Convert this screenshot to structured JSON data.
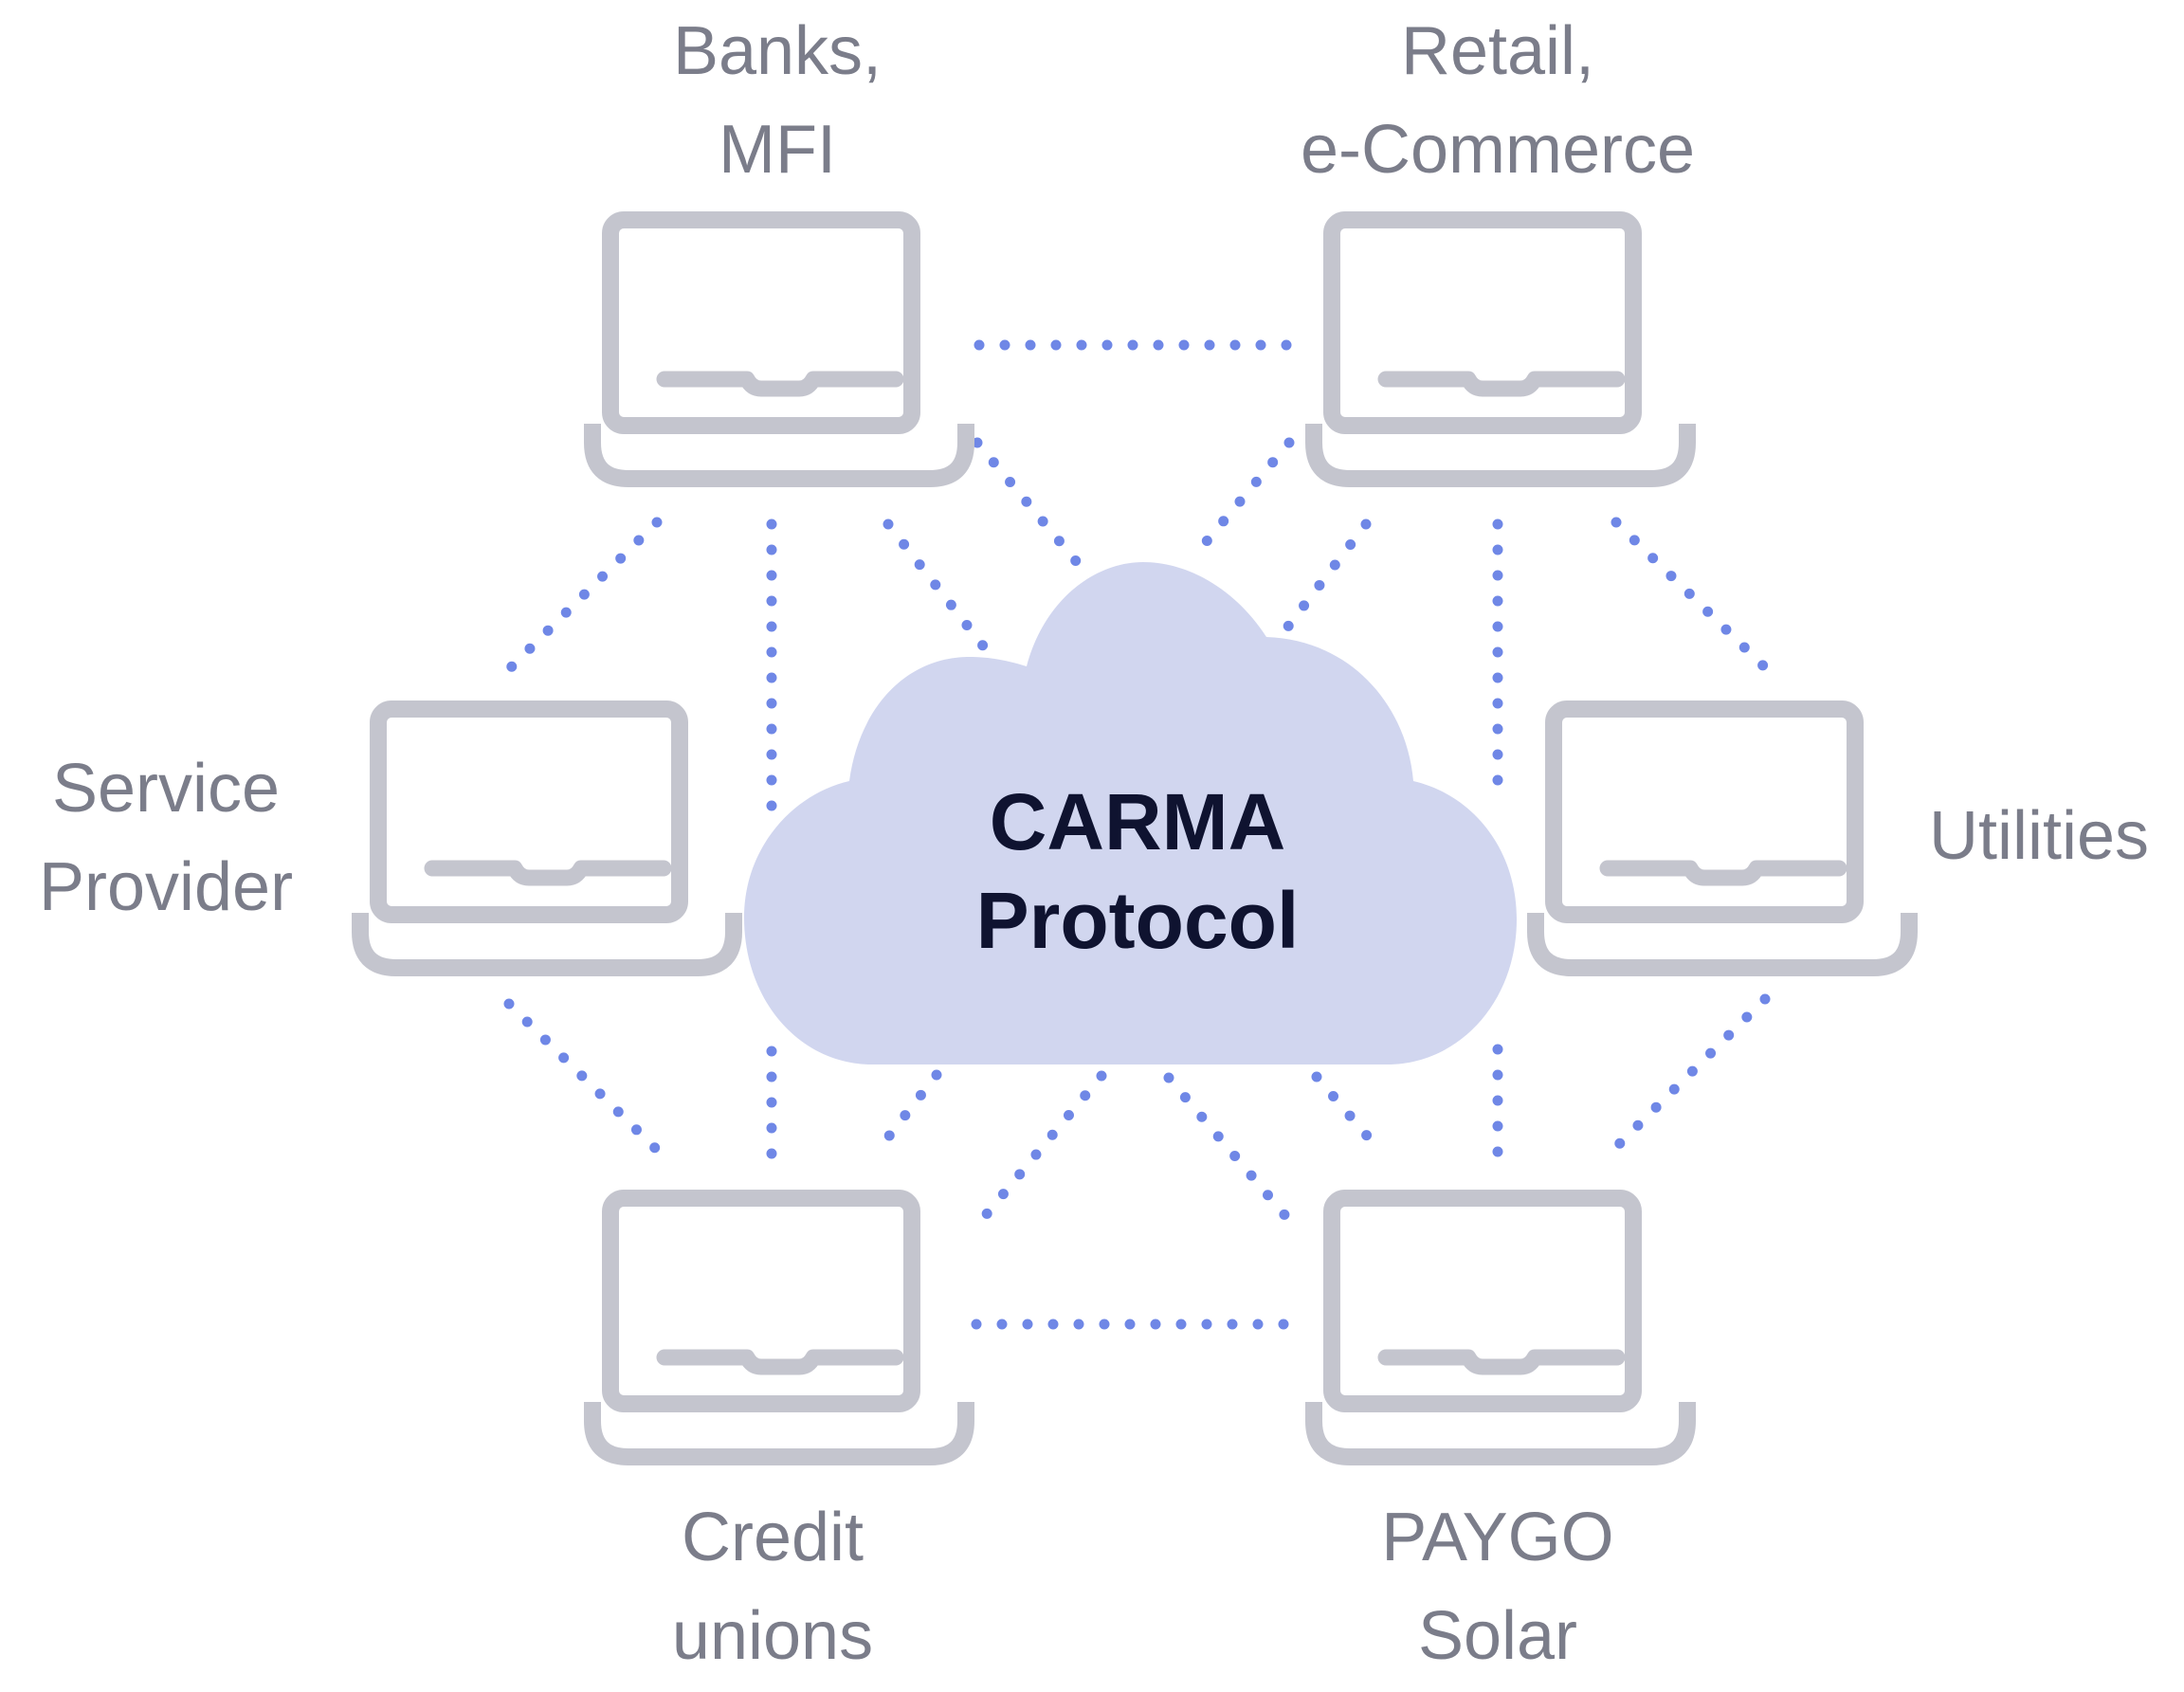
{
  "colors": {
    "background": "#ffffff",
    "laptop_stroke": "#c4c5ce",
    "connector": "#6f87e6",
    "cloud_fill": "#d1d6ef",
    "label_text": "#7b7d8a",
    "cloud_text": "#0f1330"
  },
  "cloud": {
    "line1": "CARMA",
    "line2": "Protocol"
  },
  "nodes": {
    "banks": {
      "line1": "Banks,",
      "line2": "MFI",
      "icon": "laptop-icon"
    },
    "retail": {
      "line1": "Retail,",
      "line2": "e-Commerce",
      "icon": "laptop-icon"
    },
    "service": {
      "line1": "Service",
      "line2": "Provider",
      "icon": "laptop-icon"
    },
    "utilities": {
      "line1": "Utilities",
      "icon": "laptop-icon"
    },
    "credit": {
      "line1": "Credit",
      "line2": "unions",
      "icon": "laptop-icon"
    },
    "paygo": {
      "line1": "PAYGO",
      "line2": "Solar",
      "icon": "laptop-icon"
    }
  }
}
